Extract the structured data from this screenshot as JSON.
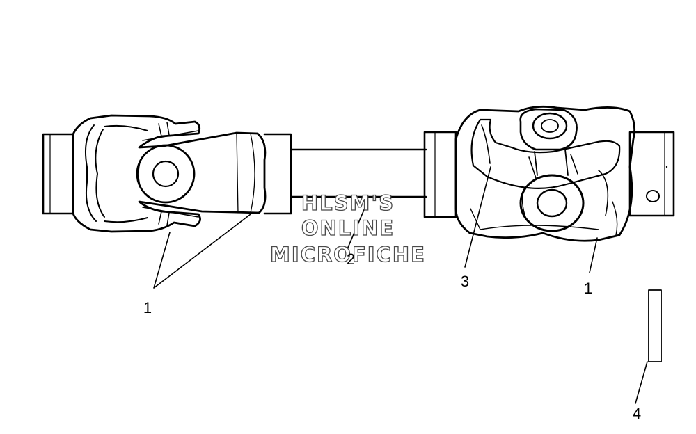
{
  "watermark": {
    "line1": "HLSM'S",
    "line2": "ONLINE",
    "line3": "MICROFICHE"
  },
  "callouts": [
    {
      "id": "1",
      "label": "1"
    },
    {
      "id": "2",
      "label": "2"
    },
    {
      "id": "3",
      "label": "3"
    },
    {
      "id": "1b",
      "label": "1"
    },
    {
      "id": "4",
      "label": "4"
    }
  ]
}
